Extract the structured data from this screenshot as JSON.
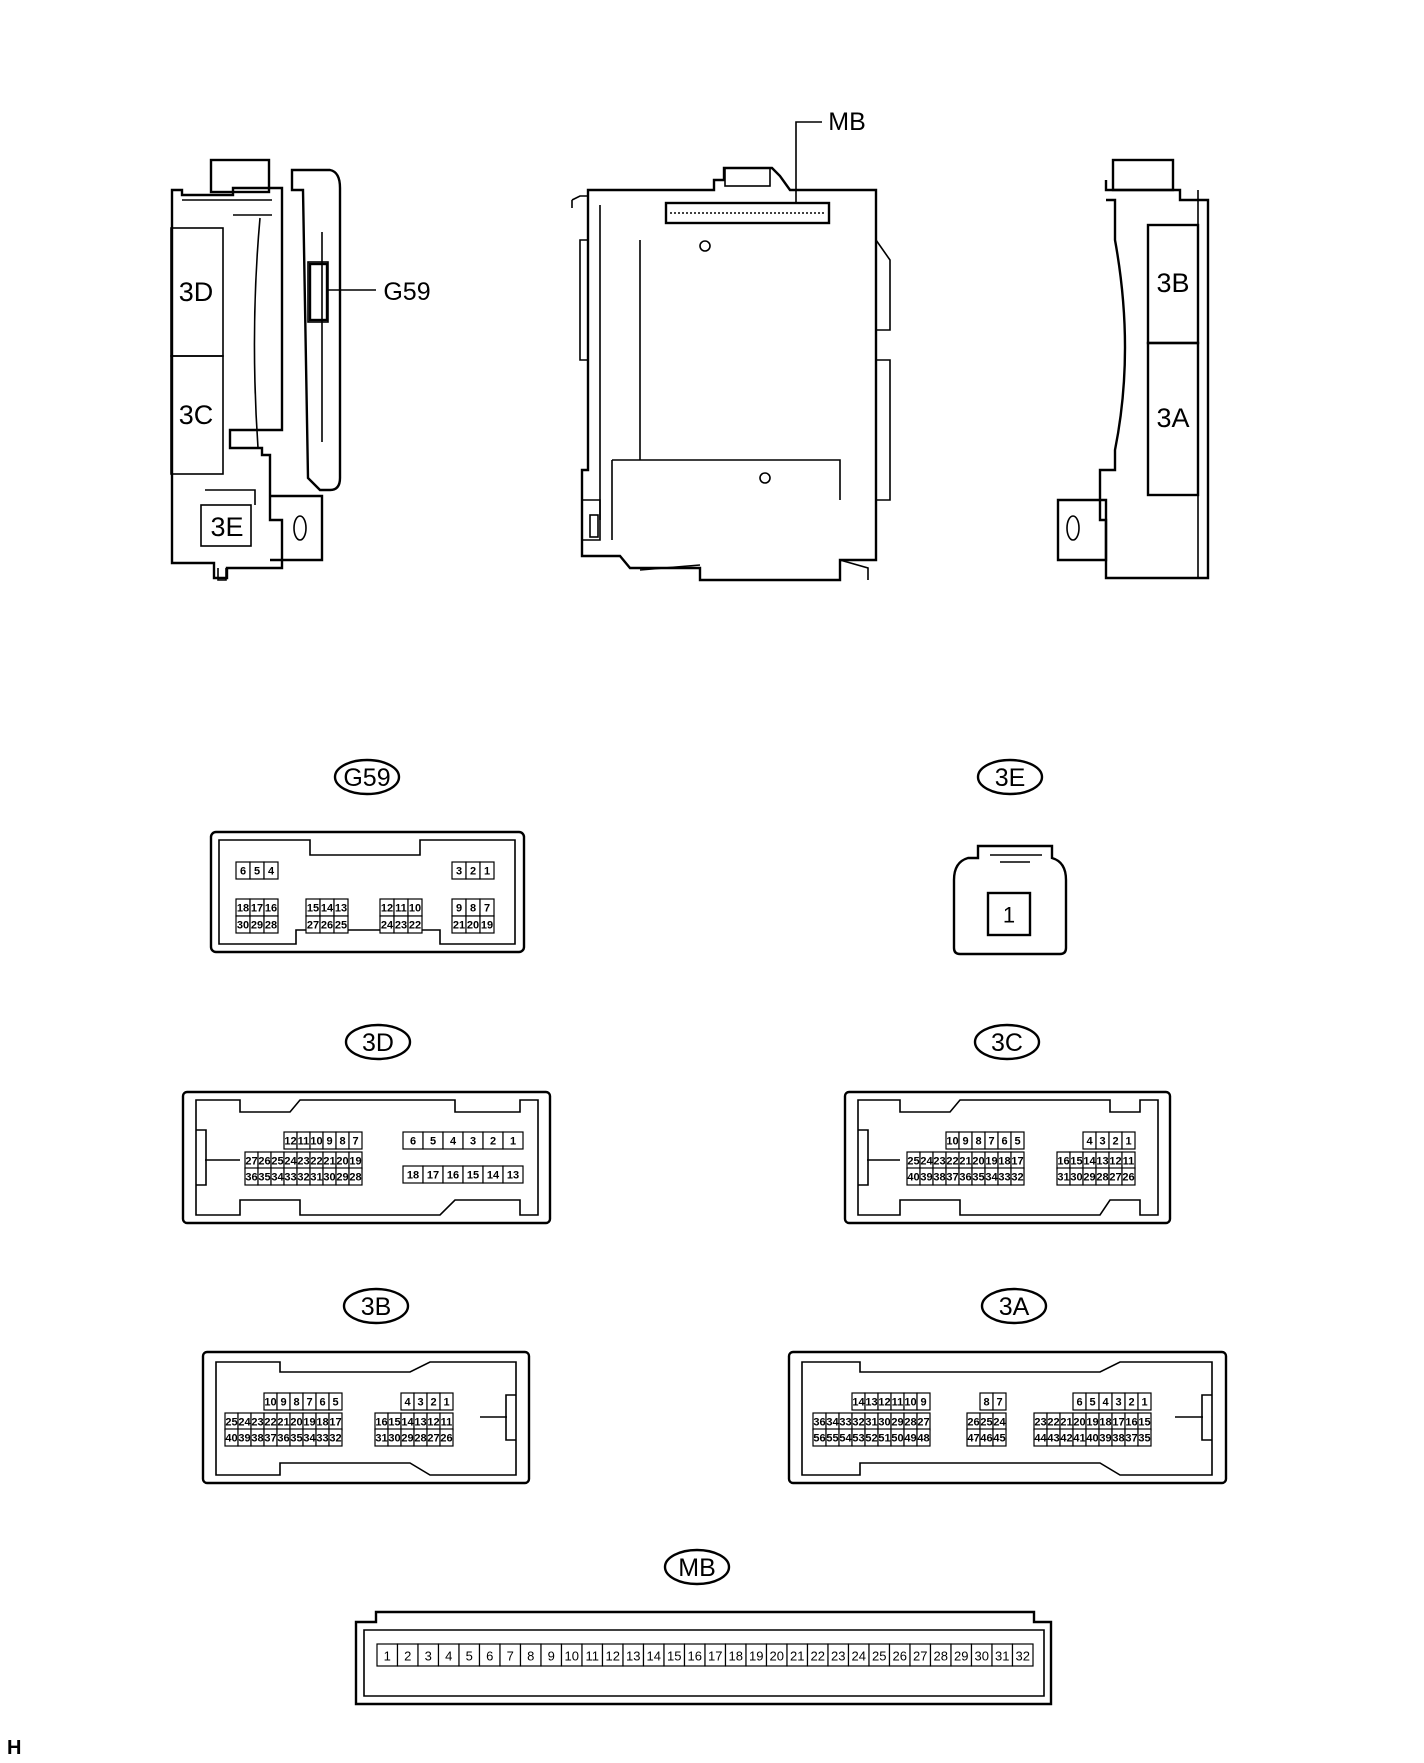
{
  "labels": {
    "mb": "MB",
    "g59": "G59",
    "3d": "3D",
    "3c": "3C",
    "3e": "3E",
    "3b": "3B",
    "3a": "3A"
  },
  "footer": "H",
  "connectors": {
    "g59": {
      "name": "G59",
      "groups": [
        [
          [
            "6",
            "5",
            "4"
          ]
        ],
        [
          [
            "3",
            "2",
            "1"
          ]
        ],
        [
          [
            "18",
            "17",
            "16"
          ],
          [
            "30",
            "29",
            "28"
          ]
        ],
        [
          [
            "15",
            "14",
            "13"
          ],
          [
            "27",
            "26",
            "25"
          ]
        ],
        [
          [
            "12",
            "11",
            "10"
          ],
          [
            "24",
            "23",
            "22"
          ]
        ],
        [
          [
            "9",
            "8",
            "7"
          ],
          [
            "21",
            "20",
            "19"
          ]
        ]
      ]
    },
    "3e": {
      "name": "3E",
      "pins": [
        "1"
      ]
    },
    "3d": {
      "name": "3D",
      "groups": [
        [
          [
            "12",
            "11",
            "10",
            "9",
            "8",
            "7"
          ],
          [
            "27",
            "26",
            "25",
            "24",
            "23",
            "22",
            "21",
            "20",
            "19"
          ],
          [
            "36",
            "35",
            "34",
            "33",
            "32",
            "31",
            "30",
            "29",
            "28"
          ]
        ],
        [
          [
            "6",
            "5",
            "4",
            "3",
            "2",
            "1"
          ],
          [
            "18",
            "17",
            "16",
            "15",
            "14",
            "13"
          ]
        ]
      ]
    },
    "3c": {
      "name": "3C",
      "groups": [
        [
          [
            "10",
            "9",
            "8",
            "7",
            "6",
            "5"
          ],
          [
            "25",
            "24",
            "23",
            "22",
            "21",
            "20",
            "19",
            "18",
            "17"
          ],
          [
            "40",
            "39",
            "38",
            "37",
            "36",
            "35",
            "34",
            "33",
            "32"
          ]
        ],
        [
          [
            "4",
            "3",
            "2",
            "1"
          ],
          [
            "16",
            "15",
            "14",
            "13",
            "12",
            "11"
          ],
          [
            "31",
            "30",
            "29",
            "28",
            "27",
            "26"
          ]
        ]
      ]
    },
    "3b": {
      "name": "3B",
      "groups": [
        [
          [
            "10",
            "9",
            "8",
            "7",
            "6",
            "5"
          ],
          [
            "25",
            "24",
            "23",
            "22",
            "21",
            "20",
            "19",
            "18",
            "17"
          ],
          [
            "40",
            "39",
            "38",
            "37",
            "36",
            "35",
            "34",
            "33",
            "32"
          ]
        ],
        [
          [
            "4",
            "3",
            "2",
            "1"
          ],
          [
            "16",
            "15",
            "14",
            "13",
            "12",
            "11"
          ],
          [
            "31",
            "30",
            "29",
            "28",
            "27",
            "26"
          ]
        ]
      ]
    },
    "3a": {
      "name": "3A",
      "groups": [
        [
          [
            "14",
            "13",
            "12",
            "11",
            "10",
            "9"
          ],
          [
            "36",
            "34",
            "33",
            "32",
            "31",
            "30",
            "29",
            "28",
            "27"
          ],
          [
            "56",
            "55",
            "54",
            "53",
            "52",
            "51",
            "50",
            "49",
            "48"
          ]
        ],
        [
          [
            "8",
            "7"
          ],
          [
            "26",
            "25",
            "24"
          ],
          [
            "47",
            "46",
            "45"
          ]
        ],
        [
          [
            "6",
            "5",
            "4",
            "3",
            "2",
            "1"
          ],
          [
            "23",
            "22",
            "21",
            "20",
            "19",
            "18",
            "17",
            "16",
            "15"
          ],
          [
            "44",
            "43",
            "42",
            "41",
            "40",
            "39",
            "38",
            "37",
            "35"
          ]
        ]
      ]
    },
    "mb": {
      "name": "MB",
      "pins": [
        "1",
        "2",
        "3",
        "4",
        "5",
        "6",
        "7",
        "8",
        "9",
        "10",
        "11",
        "12",
        "13",
        "14",
        "15",
        "16",
        "17",
        "18",
        "19",
        "20",
        "21",
        "22",
        "23",
        "24",
        "25",
        "26",
        "27",
        "28",
        "29",
        "30",
        "31",
        "32"
      ]
    }
  }
}
